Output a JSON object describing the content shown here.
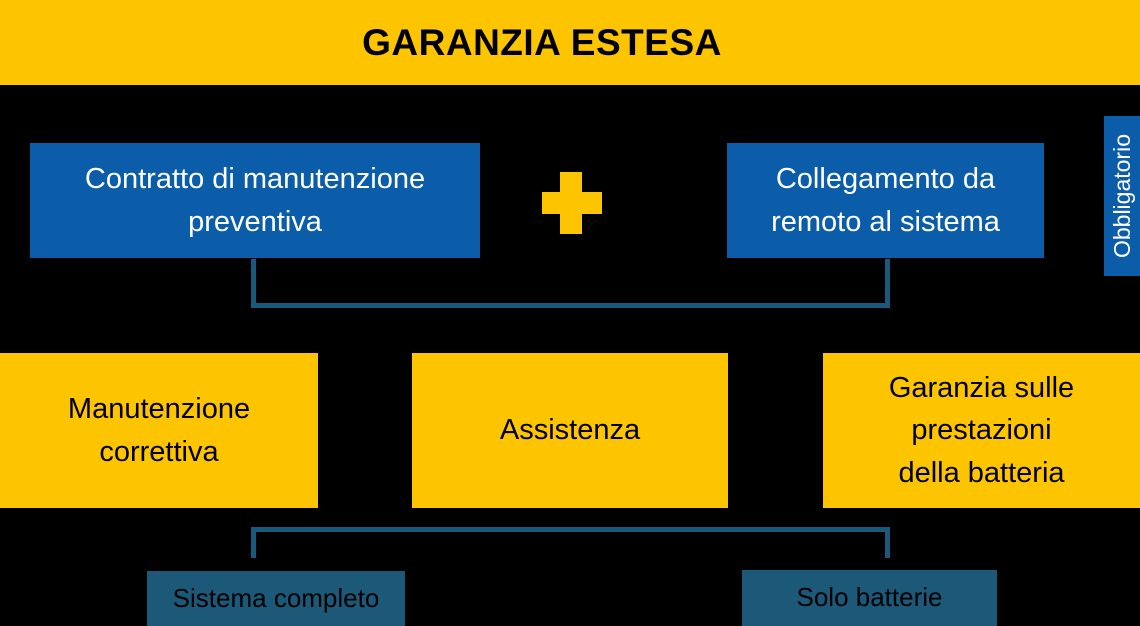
{
  "header": {
    "title": "GARANZIA ESTESA"
  },
  "top_row": {
    "left_box": {
      "label": "Contratto di manutenzione\npreventiva"
    },
    "plus_icon": "plus",
    "right_box": {
      "label": "Collegamento da\nremoto al sistema"
    },
    "side_label": "Obbligatorio"
  },
  "middle_row": {
    "boxes": [
      {
        "label": "Manutenzione\ncorrettiva"
      },
      {
        "label": "Assistenza"
      },
      {
        "label": "Garanzia sulle\nprestazioni\ndella batteria"
      }
    ]
  },
  "bottom_row": {
    "boxes": [
      {
        "label": "Sistema completo"
      },
      {
        "label": "Solo batterie"
      }
    ]
  },
  "colors": {
    "banner_yellow": "#FDC500",
    "brand_blue": "#0B5CA9",
    "connector_teal": "#19597E",
    "panel_slate": "#1C5877",
    "background": "#000000"
  }
}
